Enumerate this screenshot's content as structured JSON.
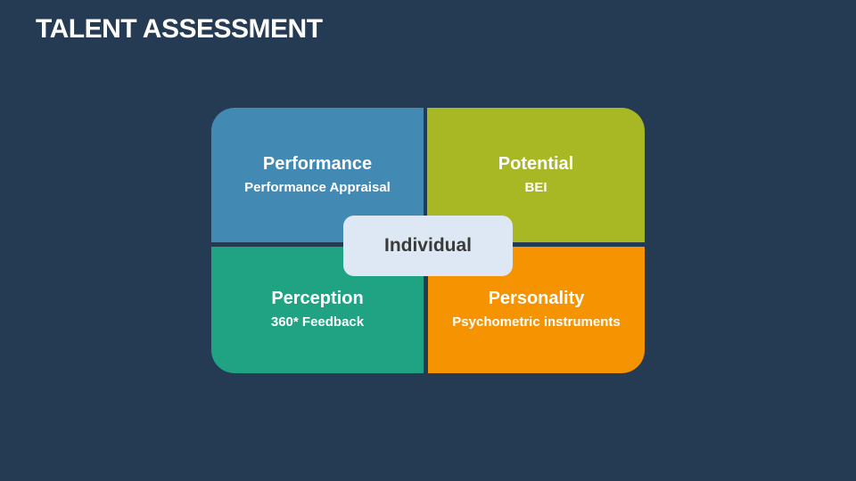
{
  "title": "TALENT ASSESSMENT",
  "quadrants": [
    {
      "heading": "Performance",
      "subtitle": "Performance Appraisal",
      "color": "#4289b3"
    },
    {
      "heading": "Potential",
      "subtitle": "BEI",
      "color": "#a8b824"
    },
    {
      "heading": "Perception",
      "subtitle": "360* Feedback",
      "color": "#1fa383"
    },
    {
      "heading": "Personality",
      "subtitle": "Psychometric instruments",
      "color": "#f59300"
    }
  ],
  "center": "Individual"
}
